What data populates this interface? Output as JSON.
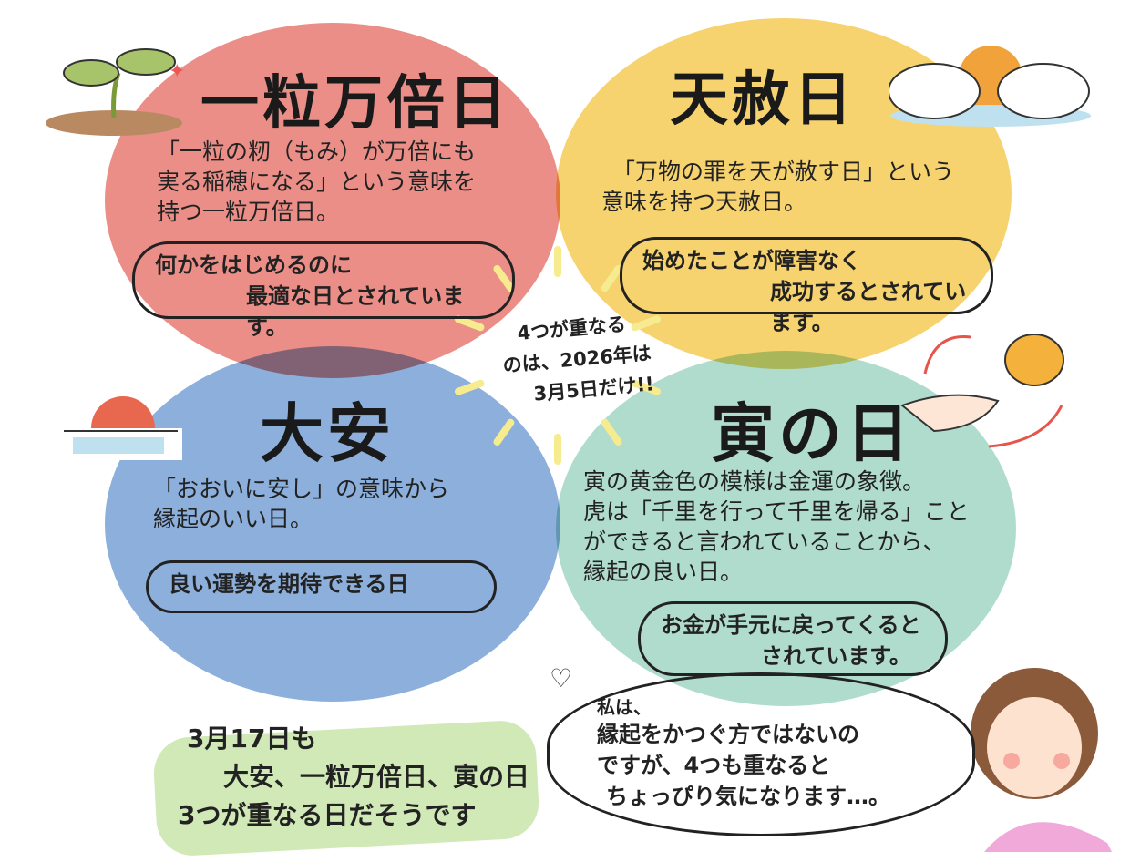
{
  "colors": {
    "ichiryu": "#e9827a",
    "tensha": "#f5cf5f",
    "taian": "#7fa6d8",
    "tora": "#a7d8c9",
    "note_bg": "#b8dc94"
  },
  "ichiryu": {
    "title": "一粒万倍日",
    "body": [
      "「一粒の籾（もみ）が万倍にも",
      "実る稲穂になる」という意味を",
      "持つ一粒万倍日。"
    ],
    "note": [
      "何かをはじめるのに",
      "最適な日とされています。"
    ]
  },
  "tensha": {
    "title": "天赦日",
    "body": [
      "「万物の罪を天が赦す日」という",
      "意味を持つ天赦日。"
    ],
    "note": [
      "始めたことが障害なく",
      "成功するとされています。"
    ]
  },
  "taian": {
    "title": "大安",
    "body": [
      "「おおいに安し」の意味から",
      "縁起のいい日。"
    ],
    "note": [
      "良い運勢を期待できる日"
    ]
  },
  "tora": {
    "title": "寅の日",
    "body": [
      "寅の黄金色の模様は金運の象徴。",
      "虎は「千里を行って千里を帰る」こと",
      "ができると言われていることから、",
      "縁起の良い日。"
    ],
    "note": [
      "お金が手元に戻ってくると",
      "されています。"
    ]
  },
  "center": [
    "4つが重なる",
    "のは、2026年は",
    "3月5日だけ!!"
  ],
  "march17": [
    "3月17日も",
    "大安、一粒万倍日、寅の日",
    "3つが重なる日だそうです"
  ],
  "speech": [
    "私は、",
    "縁起をかつぐ方ではないの",
    "ですが、4つも重なると",
    "ちょっぴり気になります…。"
  ]
}
